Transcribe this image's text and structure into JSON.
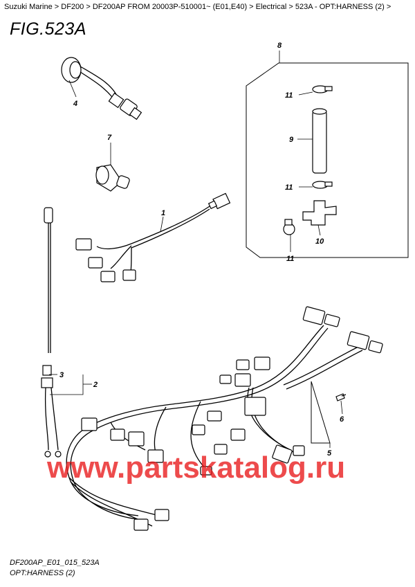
{
  "breadcrumb": [
    "Suzuki Marine",
    "DF200",
    "DF200AP FROM 20003P-510001~ (E01,E40)",
    "Electrical",
    "523A - OPT:HARNESS (2)"
  ],
  "breadcrumb_separator": " > ",
  "figure_title": "FIG.523A",
  "footer": {
    "code": "DF200AP_E01_015_523A",
    "name": "OPT:HARNESS (2)"
  },
  "callouts": [
    "1",
    "2",
    "3",
    "4",
    "5",
    "6",
    "7",
    "8",
    "9",
    "10",
    "11",
    "11",
    "11"
  ],
  "watermark": "www.partskatalog.ru",
  "colors": {
    "watermark": "#e8191a",
    "line": "#000000",
    "background": "#ffffff"
  }
}
